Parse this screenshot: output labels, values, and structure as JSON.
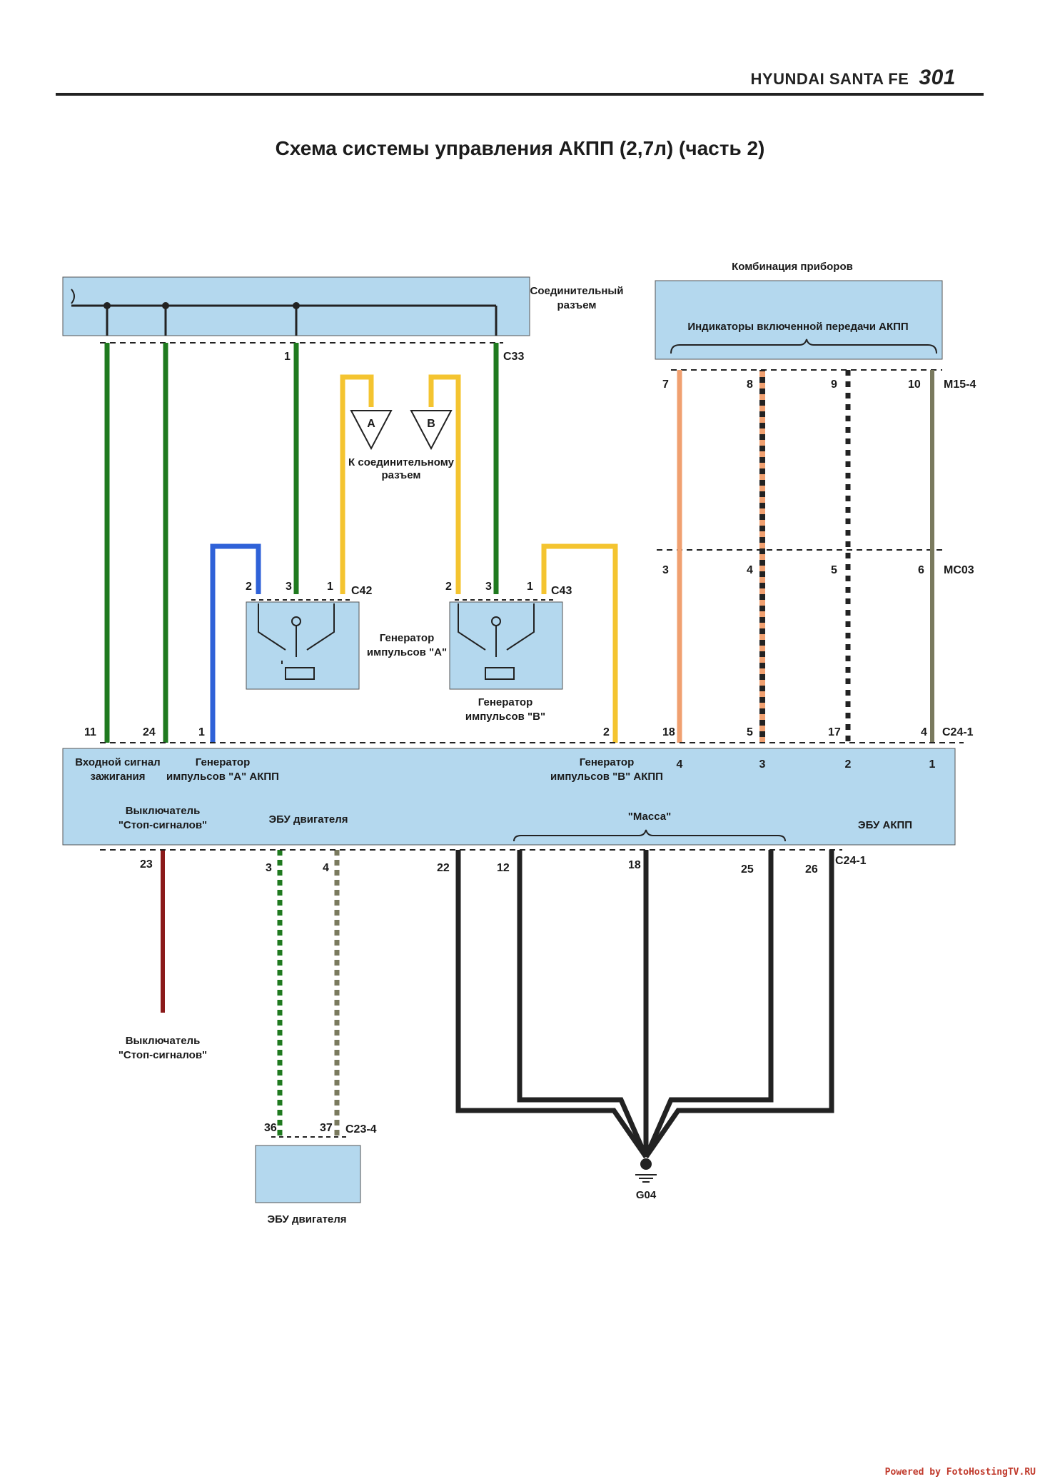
{
  "header": {
    "brand": "HYUNDAI SANTA FE",
    "page_number": "301"
  },
  "title": "Схема системы управления АКПП (2,7л) (часть 2)",
  "components": {
    "joint_connector": {
      "label_line1": "Соединительный",
      "label_line2": "разъем",
      "connector_id": "C33",
      "pin": "1"
    },
    "instrument_cluster": {
      "title": "Комбинация приборов",
      "inner_label": "Индикаторы включенной передачи АКПП",
      "connector_id": "M15-4",
      "pins": [
        "7",
        "8",
        "9",
        "10"
      ]
    },
    "mc03": {
      "connector_id": "MC03",
      "pins": [
        "3",
        "4",
        "5",
        "6"
      ]
    },
    "to_joint": {
      "labels": [
        "A",
        "B"
      ],
      "text_line1": "К соединительному",
      "text_line2": "разъем"
    },
    "pulse_gen_a": {
      "label_line1": "Генератор",
      "label_line2": "импульсов \"А\"",
      "connector_id": "C42",
      "pins": [
        "2",
        "3",
        "1"
      ]
    },
    "pulse_gen_b": {
      "label_line1": "Генератор",
      "label_line2": "импульсов \"В\"",
      "connector_id": "C43",
      "pins": [
        "2",
        "3",
        "1"
      ]
    },
    "tcm": {
      "label": "ЭБУ АКПП",
      "connector_top": "C24-1",
      "connector_bottom": "C24-1",
      "top_pins": [
        "11",
        "24",
        "1",
        "2",
        "18",
        "5",
        "17",
        "4"
      ],
      "inner_top": {
        "ign_line1": "Входной сигнал",
        "ign_line2": "зажигания",
        "gen_a_line1": "Генератор",
        "gen_a_line2": "импульсов \"А\" АКПП",
        "gen_b_line1": "Генератор",
        "gen_b_line2": "импульсов \"В\" АКПП",
        "gear_numbers": [
          "4",
          "3",
          "2",
          "1"
        ]
      },
      "inner_bottom": {
        "brake_line1": "Выключатель",
        "brake_line2": "\"Стоп-сигналов\"",
        "ecu": "ЭБУ двигателя",
        "ground": "\"Масса\""
      },
      "bottom_pins": [
        "23",
        "3",
        "4",
        "22",
        "12",
        "18",
        "25",
        "26"
      ]
    },
    "brake_switch": {
      "label_line1": "Выключатель",
      "label_line2": "\"Стоп-сигналов\""
    },
    "engine_ecu": {
      "label": "ЭБУ двигателя",
      "connector_id": "C23-4",
      "pins": [
        "36",
        "37"
      ]
    },
    "ground": {
      "label": "G04"
    }
  },
  "colors": {
    "box_fill": "#b4d8ee",
    "green": "#1f7a1f",
    "yellow": "#f4c430",
    "blue": "#2f62d8",
    "orange": "#f0a070",
    "brown_grey": "#7a7a5e",
    "red": "#8b1a1a",
    "black": "#222222"
  },
  "footer": "Powered by FotoHostingTV.RU"
}
